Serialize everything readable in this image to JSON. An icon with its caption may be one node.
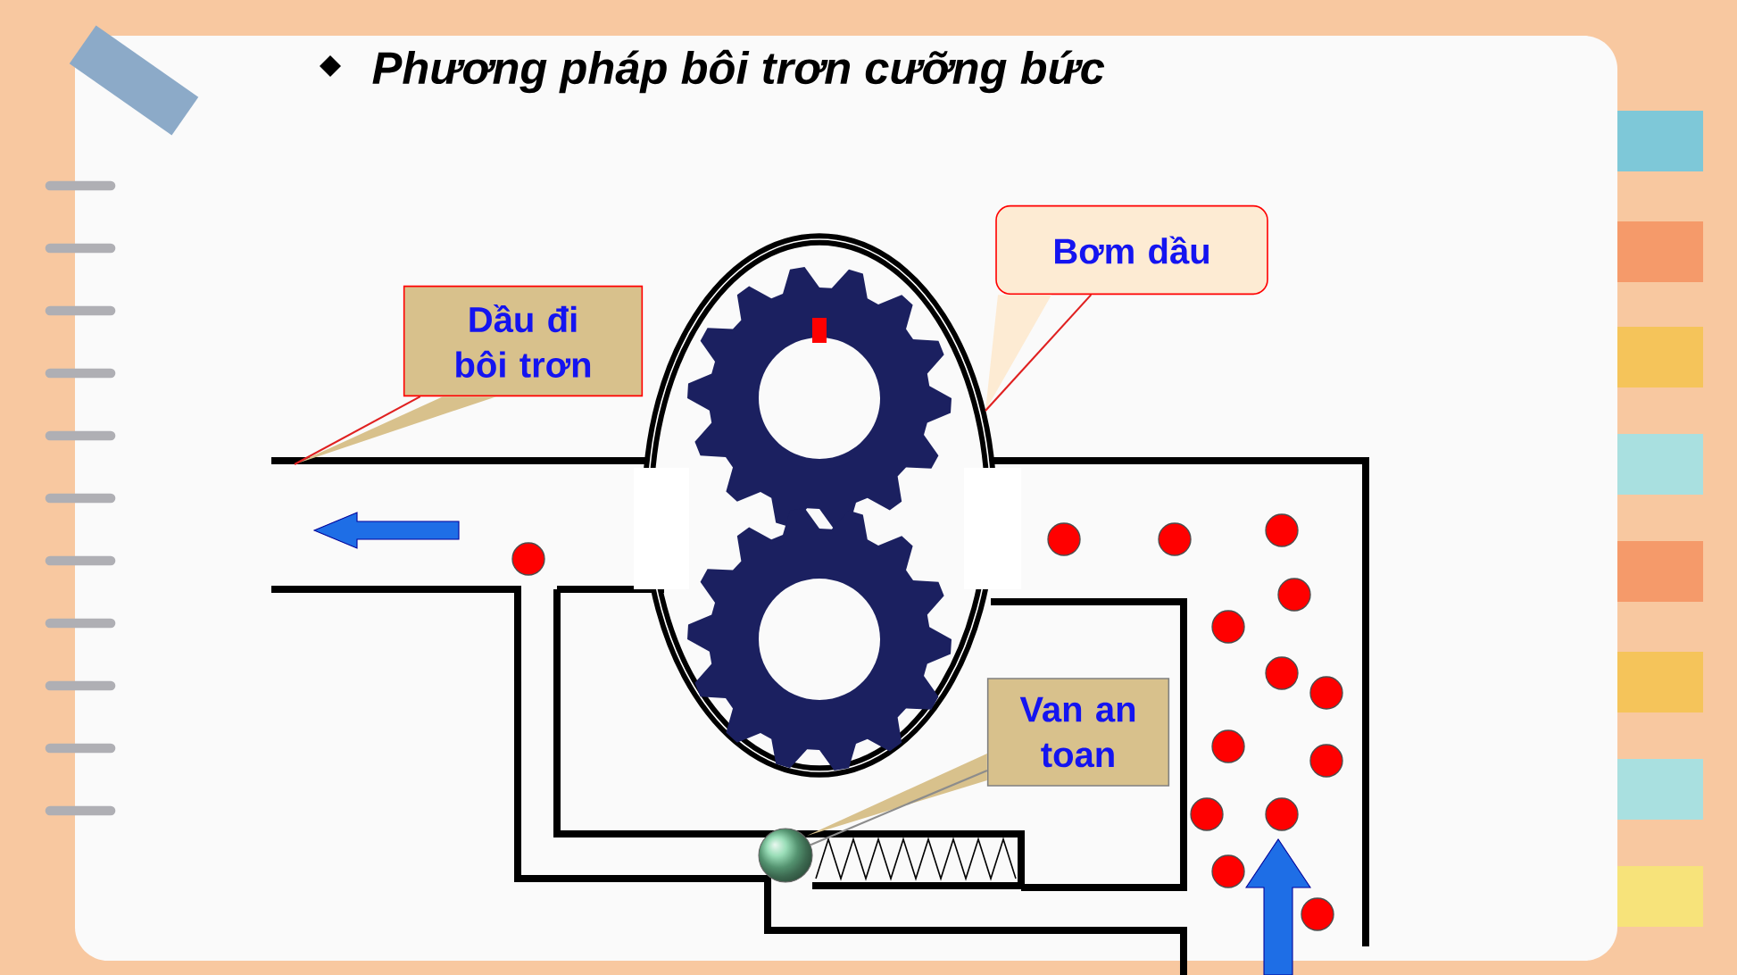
{
  "diagram": {
    "title": "Phương pháp bôi trơn cưỡng bức",
    "nodes": [
      {
        "text": [
          "Dầu đi bôi trơn"
        ]
      },
      {
        "text": [
          "Bơm dầu"
        ]
      },
      {
        "text": [
          "Van an toan"
        ]
      },
      {
        "text": [],
        "shape": "circle"
      }
    ],
    "edges": [
      {
        "from": 0,
        "to": null,
        "arrow": "none"
      },
      {
        "from": 1,
        "to": null,
        "arrow": "none"
      },
      {
        "from": 2,
        "to": 3,
        "arrow": "none",
        "color": "#8c8c8c"
      }
    ]
  }
}
